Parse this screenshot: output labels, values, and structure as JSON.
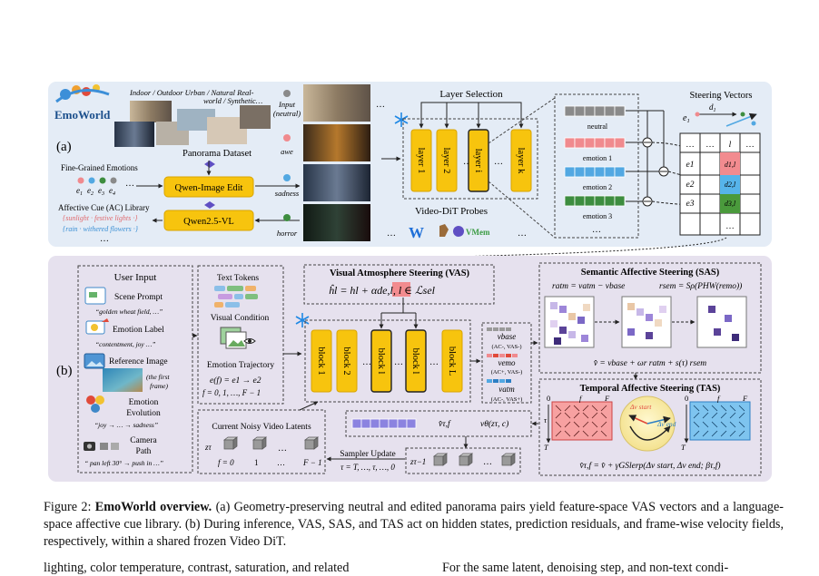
{
  "panel_a": {
    "label": "(a)",
    "logo_text": "EmoWorld",
    "dataset_line1": "Indoor / Outdoor  Urban / Natural  Real-",
    "dataset_line2": "world / Synthetic…",
    "dataset_caption": "Panorama Dataset",
    "fine_grained_title": "Fine-Grained Emotions",
    "emotion_names": [
      "e",
      "e",
      "e",
      "e"
    ],
    "emotion_subs": [
      "1",
      "2",
      "3",
      "4"
    ],
    "ellipsis": "…",
    "qwen_edit": "Qwen-Image Edit",
    "qwen_vl": "Qwen2.5-VL",
    "ac_library_title": "Affective Cue (AC) Library",
    "ac_line1": "{sunlight · festive lights ·}",
    "ac_line2": "{rain · withered flowers ·}",
    "input_labels": [
      "Input",
      "(neutral)",
      "awe",
      "sadness",
      "horror"
    ],
    "layer_selection_title": "Layer Selection",
    "layers": [
      "layer 1",
      "layer 2",
      "layer i",
      "layer k"
    ],
    "probes_title": "Video-DiT Probes",
    "probe_logos": [
      "W",
      "VMem"
    ],
    "neutral_label": "neutral",
    "emotion_labels": [
      "emotion 1",
      "emotion 2",
      "emotion 3"
    ],
    "steering_title": "Steering Vectors",
    "matrix_header": [
      "…",
      "…",
      "l",
      "…"
    ],
    "matrix_rows": [
      "e1",
      "e2",
      "e3"
    ],
    "matrix_cells": [
      "d1,l",
      "d2,l",
      "d3,l"
    ]
  },
  "panel_b": {
    "label": "(b)",
    "user_input_title": "User Input",
    "scene_prompt": "Scene Prompt",
    "scene_prompt_example": "“golden wheat field, …”",
    "emotion_label": "Emotion Label",
    "emotion_label_example": "“contentment, joy …”",
    "reference_image": "Reference Image",
    "reference_note_1": "(the first",
    "reference_note_2": "frame)",
    "emotion_evolution_1": "Emotion",
    "emotion_evolution_2": "Evolution",
    "evolution_example": "“joy → … → sadness”",
    "camera_path_1": "Camera",
    "camera_path_2": "Path",
    "camera_example": "“ pan left 30° → push in …”",
    "text_tokens": "Text Tokens",
    "visual_condition": "Visual Condition",
    "emotion_trajectory": "Emotion Trajectory",
    "ef_formula": "e(f) = e1 → e2",
    "f_range": "f = 0, 1, …, F − 1",
    "vas_title": "Visual Atmosphere Steering (VAS)",
    "vas_formula": "ĥl = hl + αde,l,   l ∈ ℒsel",
    "blocks": [
      "block 1",
      "block 2",
      "block l",
      "block l",
      "block L"
    ],
    "v_base": "vbase",
    "v_base_note": "(AC-, VAS-)",
    "v_emo": "vemo",
    "v_emo_note": "(AC+, VAS-)",
    "v_atm": "vatm",
    "v_atm_note": "(AC-, VAS+)",
    "noisy_latents_title": "Current Noisy Video Latents",
    "z_tau": "zτ",
    "latent_indices": [
      "f = 0",
      "1",
      "…",
      "F − 1"
    ],
    "v_hat_label": "v̂τ,f",
    "v_theta": "vθ(zτ, c)",
    "sampler_update": "Sampler Update",
    "tau_range": "τ = T, …, τ, …, 0",
    "z_tau_minus": "zτ−1",
    "sas_title": "Semantic Affective Steering (SAS)",
    "r_atm": "ratm = vatm − vbase",
    "r_sem": "rsem = Sρ(PHW(remo))",
    "v_hat_formula": "v̂ = vbase + ωr ratm + s(τ) rsem",
    "tas_title": "Temporal Affective Steering (TAS)",
    "delta_start": "Δv start",
    "delta_end": "Δv end",
    "axis_zero": "0",
    "axis_f": "f",
    "axis_F": "F",
    "axis_tau": "τ",
    "axis_T": "T",
    "tas_formula": "v̂τ,f = v̂ + γGSlerp(Δv start, Δv end; βτ,f)"
  },
  "caption": {
    "figure_label": "Figure 2:",
    "bold_part": "EmoWorld overview.",
    "text": " (a) Geometry-preserving neutral and edited panorama pairs yield feature-space VAS vectors and a language-space affective cue library. (b) During inference, VAS, SAS, and TAS act on hidden states, prediction residuals, and frame-wise velocity fields, respectively, within a shared frozen Video DiT."
  },
  "body_text": {
    "left": "lighting, color temperature, contrast, saturation, and related",
    "right": "For the same latent, denoising step, and non-text condi-"
  },
  "colors": {
    "panel_a_bg": "#e4ecf6",
    "panel_b_bg": "#e6e1ee",
    "yellow": "#f7c40e",
    "yellow_edge": "#d9a400",
    "emotion1": "#f08a8e",
    "emotion2": "#52a8e2",
    "emotion3": "#3d8d3f",
    "neutral": "#8a8a8a",
    "purple": "#7b68c6",
    "red_cell": "#f28b8f",
    "blue_cell": "#56b4ea",
    "green_cell": "#4a9a3c"
  }
}
